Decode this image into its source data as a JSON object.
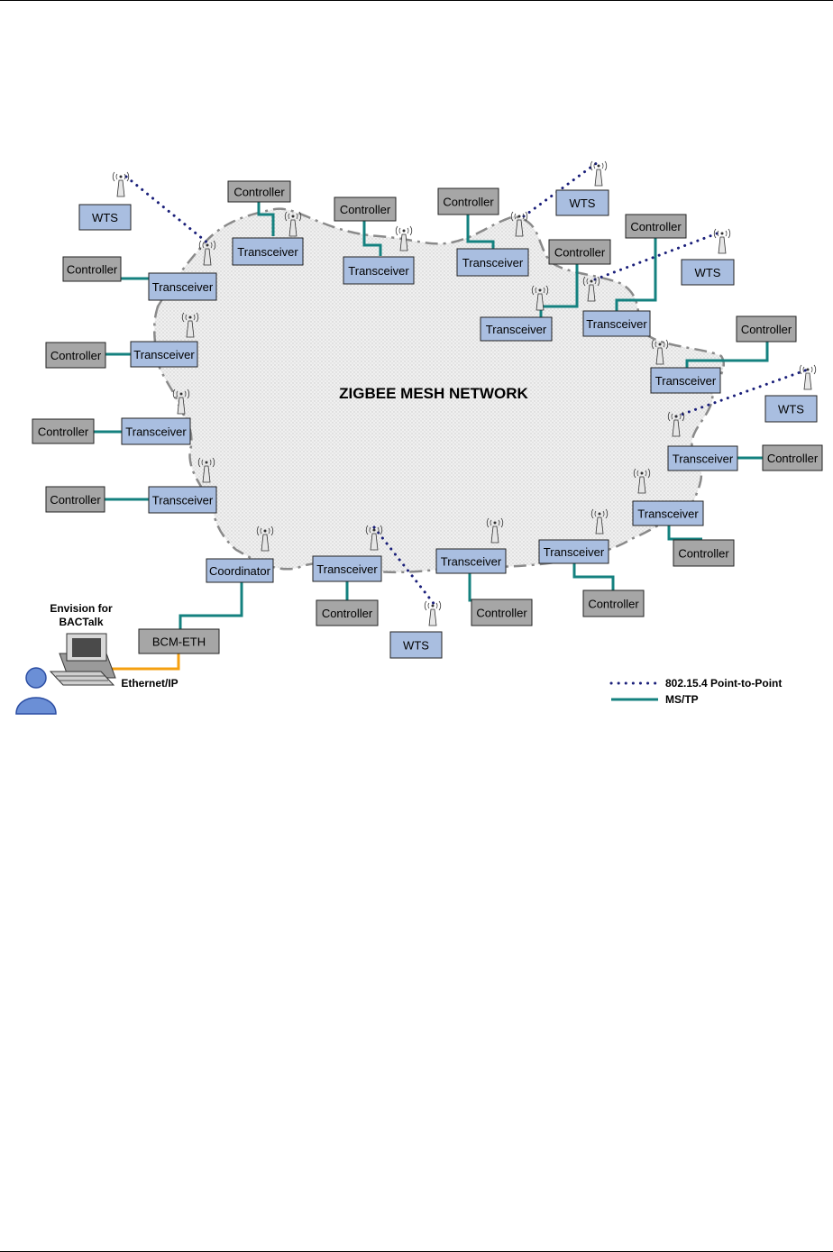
{
  "title": "ZIGBEE MESH NETWORK",
  "workstation": {
    "label_line1": "Envision for",
    "label_line2": "BACTalk",
    "link_label": "Ethernet/IP"
  },
  "labels": {
    "controller": "Controller",
    "transceiver": "Transceiver",
    "wts": "WTS",
    "coordinator": "Coordinator",
    "bcm_eth": "BCM-ETH"
  },
  "legend": [
    {
      "label": "802.15.4 Point-to-Point",
      "style": "dotted",
      "color": "#1a1f7a"
    },
    {
      "label": "MS/TP",
      "style": "solid",
      "color": "#14817f"
    }
  ],
  "colors": {
    "controller_fill": "#a6a6a6",
    "transceiver_fill": "#a9bee0",
    "mstp_line": "#14817f",
    "p2p_line": "#1a1f7a",
    "ethernet_line": "#f5a010",
    "cloud_border": "#8a8a8a"
  }
}
